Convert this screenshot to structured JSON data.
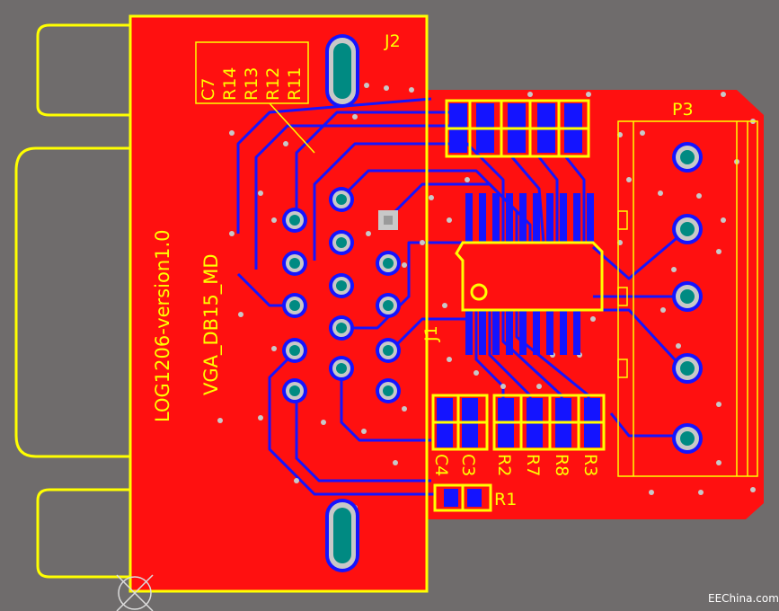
{
  "colors": {
    "background": "#6f6c6c",
    "copper": "#ff1010",
    "trace": "#1414ff",
    "silkscreen": "#ffff00",
    "via_ring": "#c8c8c8",
    "pad": "#008a82",
    "footprint_outline": "#ffff00"
  },
  "labels": {
    "j2": "J2",
    "p3": "P3",
    "j1": "J1",
    "version": "LOG1206-version1.0",
    "connector": "VGA_DB15_MD",
    "c7": "C7",
    "r14": "R14",
    "r13": "R13",
    "r12": "R12",
    "r11": "R11",
    "c4": "C4",
    "c3": "C3",
    "r2": "R2",
    "r7": "R7",
    "r8": "R8",
    "r3": "R3",
    "r1": "R1",
    "watermark": "EEChina.com"
  }
}
